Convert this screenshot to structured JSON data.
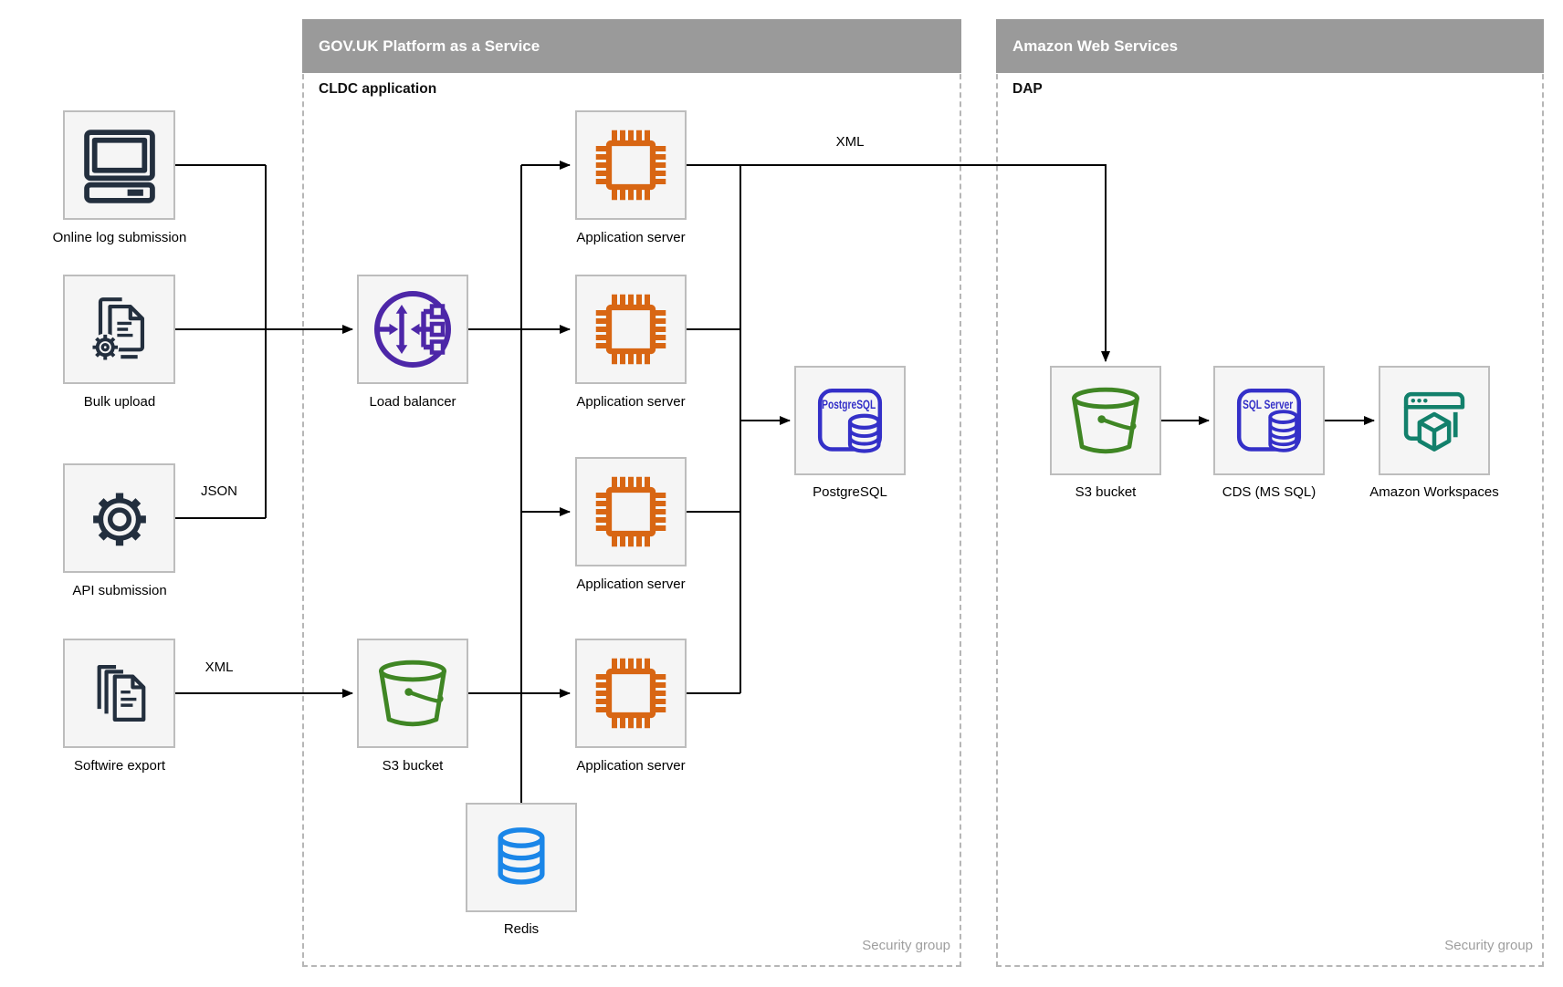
{
  "colors": {
    "accent_dark": "#232F3E",
    "accent_purple": "#4D27A8",
    "accent_orange": "#D86613",
    "accent_green": "#3F8624",
    "accent_db_blue": "#3430C8",
    "accent_redis_blue": "#1A86E8",
    "accent_teal": "#12806B",
    "header_gray": "#9A9A9A",
    "node_fill": "#F5F5F5",
    "node_border": "#BDBDBD",
    "security_gray": "#9E9E9E",
    "edge_black": "#000000"
  },
  "containers": {
    "govuk": {
      "title": "GOV.UK Platform as a Service",
      "sublabel": "CLDC application",
      "security": "Security group"
    },
    "aws": {
      "title": "Amazon Web Services",
      "sublabel": "DAP",
      "security": "Security group"
    }
  },
  "nodes": {
    "online_log": {
      "label": "Online log submission"
    },
    "bulk_upload": {
      "label": "Bulk upload"
    },
    "api_submission": {
      "label": "API submission"
    },
    "softwire_export": {
      "label": "Softwire export"
    },
    "load_balancer": {
      "label": "Load balancer"
    },
    "app_server_1": {
      "label": "Application server"
    },
    "app_server_2": {
      "label": "Application server"
    },
    "app_server_3": {
      "label": "Application server"
    },
    "app_server_4": {
      "label": "Application server"
    },
    "postgresql": {
      "label": "PostgreSQL",
      "icon_text": "PostgreSQL"
    },
    "s3_govuk": {
      "label": "S3 bucket"
    },
    "redis": {
      "label": "Redis"
    },
    "s3_aws": {
      "label": "S3 bucket"
    },
    "cds": {
      "label": "CDS (MS SQL)",
      "icon_text": "SQL Server"
    },
    "workspaces": {
      "label": "Amazon Workspaces"
    }
  },
  "edge_labels": {
    "json": "JSON",
    "xml_export": "XML",
    "xml_feed": "XML"
  }
}
